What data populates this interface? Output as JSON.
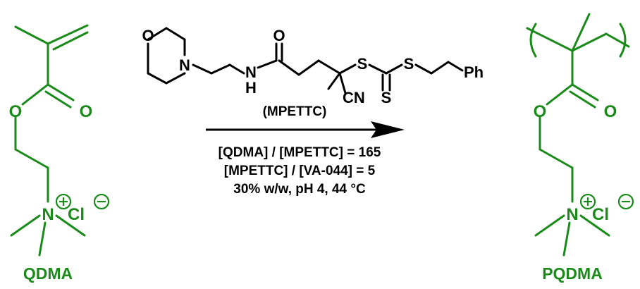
{
  "colors": {
    "monomer": "#1a8a1a",
    "reagent": "#000000"
  },
  "monomer": {
    "name": "QDMA",
    "atoms": {
      "o_ester": "O",
      "o_carbonyl": "O",
      "nitrogen": "N",
      "chloride": "Cl"
    },
    "charges": {
      "plus": "+",
      "minus": "−"
    }
  },
  "cta": {
    "name": "(MPETTC)",
    "atoms": {
      "o_ring": "O",
      "n_ring": "N",
      "n_amide": "N",
      "h_amide": "H",
      "o_amide": "O",
      "s1": "S",
      "s2": "S",
      "s_thione": "S",
      "cn": "CN",
      "ph": "Ph"
    }
  },
  "conditions": [
    "[QDMA] / [MPETTC] = 165",
    "[MPETTC] / [VA-044] = 5",
    "30% w/w, pH 4, 44 °C"
  ],
  "polymer": {
    "name": "PQDMA",
    "atoms": {
      "o_ester": "O",
      "o_carbonyl": "O",
      "nitrogen": "N",
      "chloride": "Cl"
    },
    "charges": {
      "plus": "+",
      "minus": "−"
    }
  }
}
